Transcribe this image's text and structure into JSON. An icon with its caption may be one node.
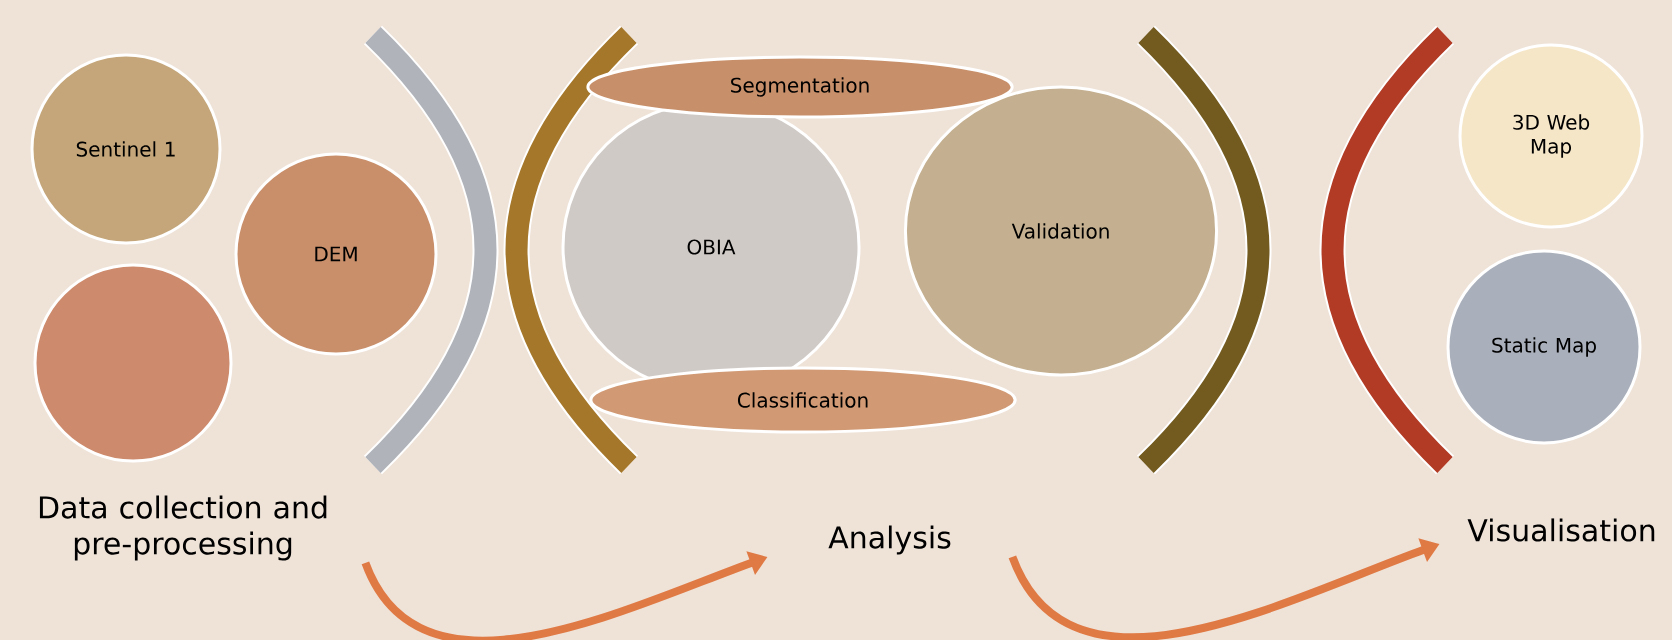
{
  "diagram": {
    "nodes": [
      {
        "text": [
          "Sentinel 1"
        ]
      },
      {
        "text": [
          "DEM"
        ]
      },
      {
        "text": [],
        "shape": "circle"
      },
      {
        "text": [
          "Segmentation"
        ]
      },
      {
        "text": [
          "OBIA"
        ]
      },
      {
        "text": [
          "Classification"
        ]
      },
      {
        "text": [
          "Validation"
        ]
      },
      {
        "text": [
          "3D Web Map"
        ]
      },
      {
        "text": [
          "Static Map"
        ]
      },
      {
        "text": [
          "Data collection and pre-processing"
        ]
      },
      {
        "text": [
          "Analysis"
        ]
      },
      {
        "text": [
          "Visualisation"
        ]
      }
    ],
    "edges": [
      {
        "from": 9,
        "to": 10,
        "arrow": "to"
      },
      {
        "from": 10,
        "to": 11,
        "arrow": "to"
      }
    ]
  }
}
